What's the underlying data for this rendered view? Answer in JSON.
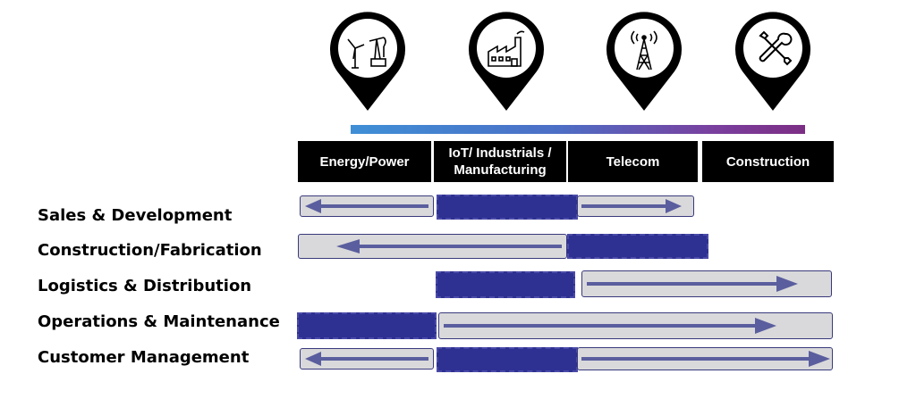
{
  "industries": [
    {
      "label": "Energy/Power",
      "icon": "wind-turbine-oil-pump-icon"
    },
    {
      "label": "IoT/ Industrials / Manufacturing",
      "icon": "factory-icon"
    },
    {
      "label": "Telecom",
      "icon": "cell-tower-icon"
    },
    {
      "label": "Construction",
      "icon": "wrench-screwdriver-icon"
    }
  ],
  "rows": [
    {
      "label": "Sales & Development"
    },
    {
      "label": "Construction/Fabrication"
    },
    {
      "label": "Logistics & Distribution"
    },
    {
      "label": "Operations & Maintenance"
    },
    {
      "label": "Customer Management"
    }
  ],
  "colors": {
    "header_bg": "#000000",
    "focus_bar": "#2e3192",
    "arrow_bar": "#d9d9db",
    "arrow": "#5a5e9e",
    "gradient_start": "#3f8fd6",
    "gradient_end": "#7c2e84"
  }
}
